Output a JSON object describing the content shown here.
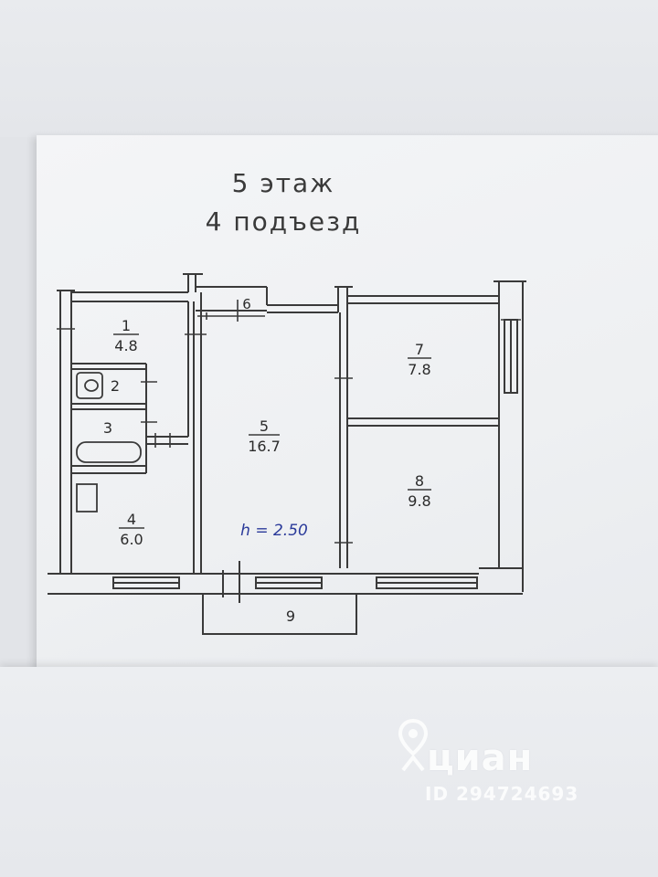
{
  "header": {
    "floor": "5 этаж",
    "entrance": "4 подъезд"
  },
  "rooms": [
    {
      "number": "1",
      "area": "4.8"
    },
    {
      "number": "2",
      "area": ""
    },
    {
      "number": "3",
      "area": ""
    },
    {
      "number": "4",
      "area": "6.0"
    },
    {
      "number": "5",
      "area": "16.7"
    },
    {
      "number": "6",
      "area": ""
    },
    {
      "number": "7",
      "area": "7.8"
    },
    {
      "number": "8",
      "area": "9.8"
    },
    {
      "number": "9",
      "area": ""
    }
  ],
  "ceiling_height": "h = 2.50",
  "watermark": {
    "brand": "циан",
    "id": "ID 294724693"
  },
  "colors": {
    "line": "#3a3a3a",
    "height_text": "#2a3a9a",
    "paper": "#f2f3f5"
  }
}
